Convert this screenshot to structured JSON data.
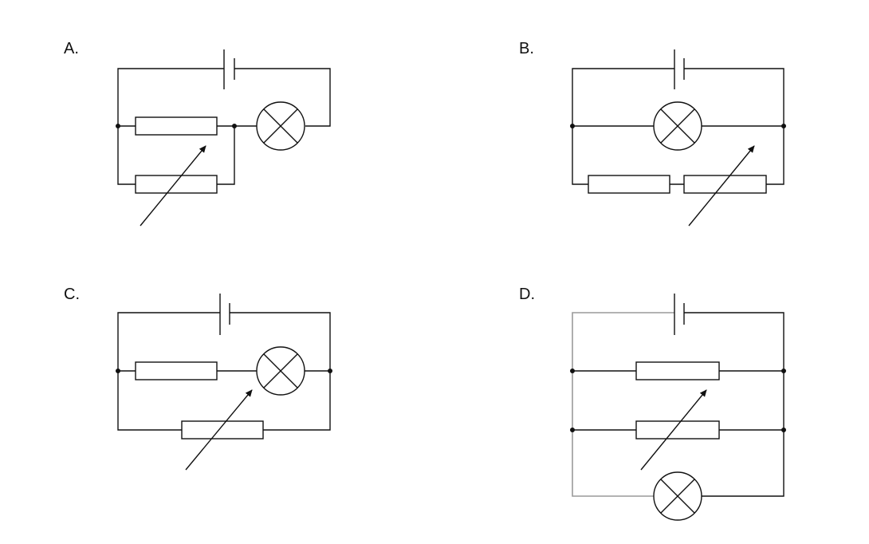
{
  "options": [
    {
      "label": "A."
    },
    {
      "label": "B."
    },
    {
      "label": "C."
    },
    {
      "label": "D."
    }
  ],
  "colors": {
    "line": "#111111",
    "grey_wire": "#9a9a9a",
    "background": "#ffffff"
  }
}
